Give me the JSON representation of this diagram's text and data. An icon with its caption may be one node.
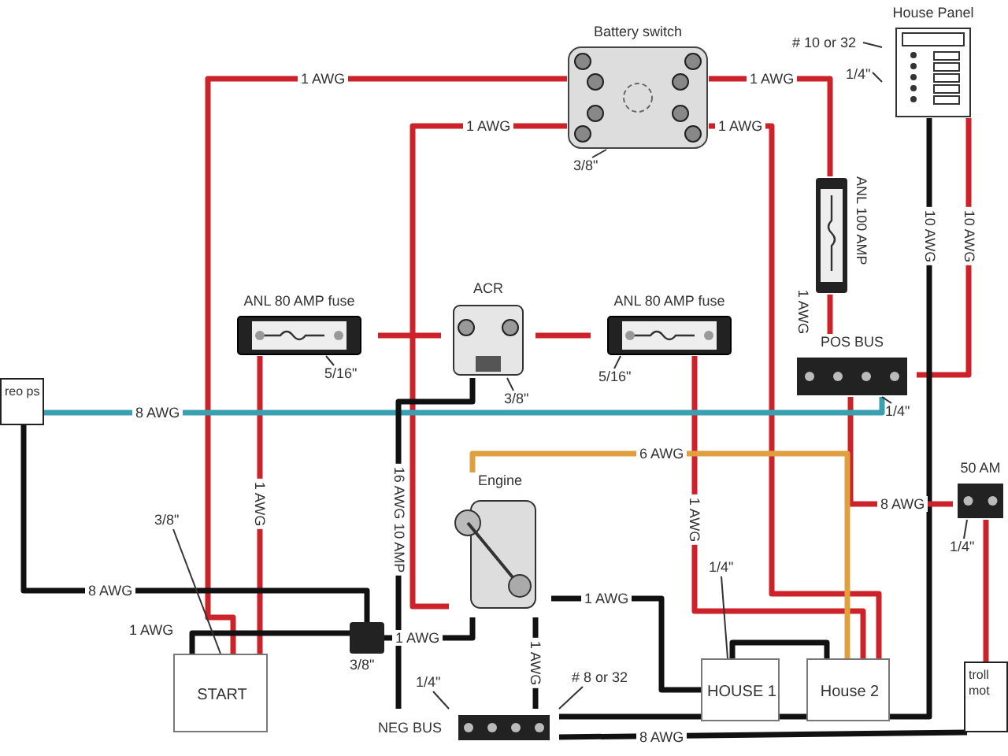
{
  "diagram": {
    "nodes": [
      {
        "text": [
          "Battery switch"
        ]
      },
      {
        "text": [
          "ANL 80 AMP fuse"
        ]
      },
      {
        "text": [
          "ACR"
        ]
      },
      {
        "text": [
          "ANL 80 AMP fuse"
        ]
      },
      {
        "text": [
          "ANL 100 AMP"
        ]
      },
      {
        "text": [
          "House Panel"
        ]
      },
      {
        "text": [
          "POS BUS"
        ]
      },
      {
        "text": [
          "reo ps"
        ]
      },
      {
        "text": [
          "Engine"
        ]
      },
      {
        "text": [
          "50 AM"
        ]
      },
      {
        "text": [
          "START"
        ]
      },
      {
        "text": [],
        "shape": "box",
        "beside": [
          "3/8\""
        ]
      },
      {
        "text": [
          "NEG BUS"
        ]
      },
      {
        "text": [
          "HOUSE 1"
        ]
      },
      {
        "text": [
          "House 2"
        ]
      },
      {
        "text": [
          "troll mot"
        ]
      },
      {
        "text": [
          "3/8\""
        ]
      },
      {
        "text": [
          "5/16\""
        ]
      },
      {
        "text": [
          "3/8\""
        ]
      },
      {
        "text": [
          "5/16\""
        ]
      },
      {
        "text": [
          "# 10 or 32"
        ]
      },
      {
        "text": [
          "1/4\""
        ]
      },
      {
        "text": [
          "1/4\""
        ]
      },
      {
        "text": [
          "3/8\""
        ]
      },
      {
        "text": [
          "1/4\""
        ]
      },
      {
        "text": [
          "# 8 or 32"
        ]
      },
      {
        "text": [
          "1/4\""
        ]
      },
      {
        "text": [
          "1/4\""
        ]
      }
    ],
    "edges": [
      {
        "from": 0,
        "to": 10,
        "arrow": "none",
        "label": "1 AWG",
        "color": "#cc2229"
      },
      {
        "from": 1,
        "to": 10,
        "arrow": "none",
        "label": "1 AWG",
        "color": "#cc2229"
      },
      {
        "from": 1,
        "to": 2,
        "arrow": "none",
        "color": "#cc2229"
      },
      {
        "from": 0,
        "to": 8,
        "arrow": "none",
        "label": "1 AWG",
        "color": "#cc2229"
      },
      {
        "from": 2,
        "to": 3,
        "arrow": "none",
        "color": "#cc2229"
      },
      {
        "from": 3,
        "to": 14,
        "arrow": "none",
        "label": "1 AWG",
        "color": "#cc2229"
      },
      {
        "from": 0,
        "to": 14,
        "arrow": "none",
        "label": "1 AWG",
        "color": "#cc2229"
      },
      {
        "from": 0,
        "to": 4,
        "arrow": "none",
        "label": "1 AWG",
        "color": "#cc2229"
      },
      {
        "from": 4,
        "to": 6,
        "arrow": "none",
        "label": "1 AWG",
        "color": "#cc2229"
      },
      {
        "from": 6,
        "to": 5,
        "arrow": "none",
        "label": "10 AWG",
        "color": "#cc2229"
      },
      {
        "from": 5,
        "to": 12,
        "arrow": "none",
        "label": "10 AWG",
        "color": "#111111"
      },
      {
        "from": 6,
        "to": 9,
        "arrow": "none",
        "label": "8 AWG",
        "color": "#cc2229"
      },
      {
        "from": 7,
        "to": 6,
        "arrow": "none",
        "label": "8 AWG",
        "color": "#3aa0b0"
      },
      {
        "from": 7,
        "to": 11,
        "arrow": "none",
        "label": "8 AWG",
        "color": "#111111"
      },
      {
        "from": 10,
        "to": 11,
        "arrow": "none",
        "label": "1 AWG",
        "color": "#111111"
      },
      {
        "from": 11,
        "to": 8,
        "arrow": "none",
        "label": "1 AWG",
        "color": "#111111"
      },
      {
        "from": 8,
        "to": 13,
        "arrow": "none",
        "label": "1 AWG",
        "color": "#111111"
      },
      {
        "from": 13,
        "to": 14,
        "arrow": "none",
        "color": "#111111"
      },
      {
        "from": 8,
        "to": 12,
        "arrow": "none",
        "label": "1 AWG",
        "color": "#111111"
      },
      {
        "from": 2,
        "to": 12,
        "arrow": "none",
        "label": "16 AWG 10 AMP",
        "color": "#111111"
      },
      {
        "from": 8,
        "to": 14,
        "arrow": "none",
        "label": "6 AWG",
        "color": "#e0a040"
      },
      {
        "from": 12,
        "to": 15,
        "arrow": "none",
        "label": "8 AWG",
        "color": "#111111"
      },
      {
        "from": 9,
        "to": 15,
        "arrow": "none",
        "color": "#cc2229"
      },
      {
        "from": 16,
        "to": 0,
        "arrow": "none",
        "color": "#333333"
      },
      {
        "from": 17,
        "to": 1,
        "arrow": "none",
        "color": "#333333"
      },
      {
        "from": 18,
        "to": 2,
        "arrow": "none",
        "color": "#333333"
      },
      {
        "from": 19,
        "to": 3,
        "arrow": "none",
        "color": "#333333"
      },
      {
        "from": 20,
        "to": 5,
        "arrow": "none",
        "color": "#333333"
      },
      {
        "from": 21,
        "to": 5,
        "arrow": "none",
        "color": "#333333"
      },
      {
        "from": 22,
        "to": 6,
        "arrow": "none",
        "color": "#333333"
      },
      {
        "from": 23,
        "to": 10,
        "arrow": "none",
        "color": "#333333"
      },
      {
        "from": 24,
        "to": 12,
        "arrow": "none",
        "color": "#333333"
      },
      {
        "from": 25,
        "to": 12,
        "arrow": "none",
        "color": "#333333"
      },
      {
        "from": 26,
        "to": 13,
        "arrow": "none",
        "color": "#333333"
      },
      {
        "from": 27,
        "to": 9,
        "arrow": "none",
        "color": "#333333"
      }
    ]
  }
}
